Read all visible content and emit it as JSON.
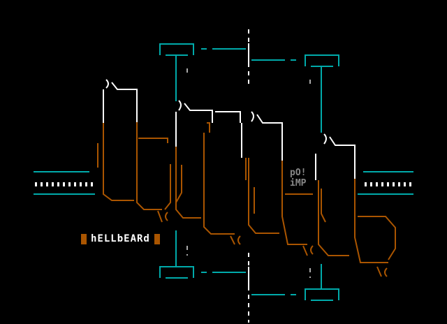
{
  "artwork": {
    "logo_text": "hELLbEARd",
    "tag_line1": "pO!",
    "tag_line2": "iMP",
    "colors": {
      "frame": "#00aaaa",
      "fist": "#aa5500",
      "highlight": "#ffffff",
      "tag": "#888888"
    }
  }
}
